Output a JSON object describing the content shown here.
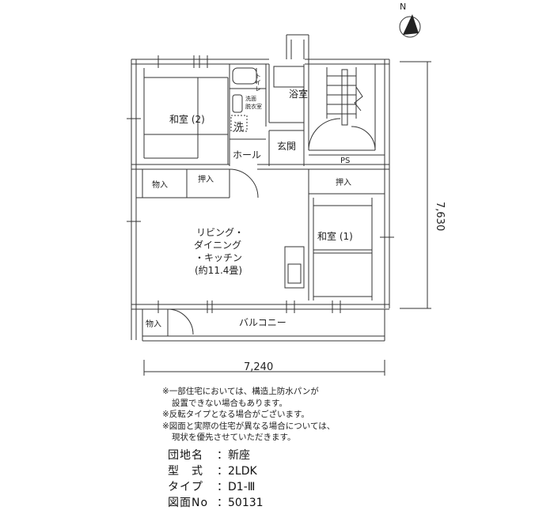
{
  "plan": {
    "north_label": "N",
    "rooms": {
      "washitsu2": "和室 (2)",
      "washitsu1": "和室 (1)",
      "toilet": "トイレ",
      "senmen": "洗面\n脱衣室",
      "sen_box": "洗",
      "yokushitsu": "浴室",
      "genkan": "玄関",
      "hall": "ホール",
      "ps": "PS",
      "monoire_top": "物入",
      "oshiire_left": "押入",
      "oshiire_right": "押入",
      "ldk": [
        "リビング・",
        "ダイニング",
        "・キッチン",
        "(約11.4畳)"
      ],
      "monoire_bottom": "物入",
      "balcony": "バルコニー"
    },
    "dimensions": {
      "width": "7,240",
      "height": "7,630"
    }
  },
  "notes": [
    "※一部住宅においては、構造上防水パンが",
    "設置できない場合もあります。",
    "※反転タイプとなる場合がございます。",
    "※図面と実際の住宅が異なる場合については、",
    "現状を優先させていただきます。"
  ],
  "info": {
    "danchi_label": "団地名",
    "danchi_value": "新座",
    "type_label": "型　式",
    "type_value": "2LDK",
    "taipu_label": "タイプ",
    "taipu_value": "D1-Ⅲ",
    "zumen_label": "図面No",
    "zumen_value": "50131",
    "colon": "："
  }
}
